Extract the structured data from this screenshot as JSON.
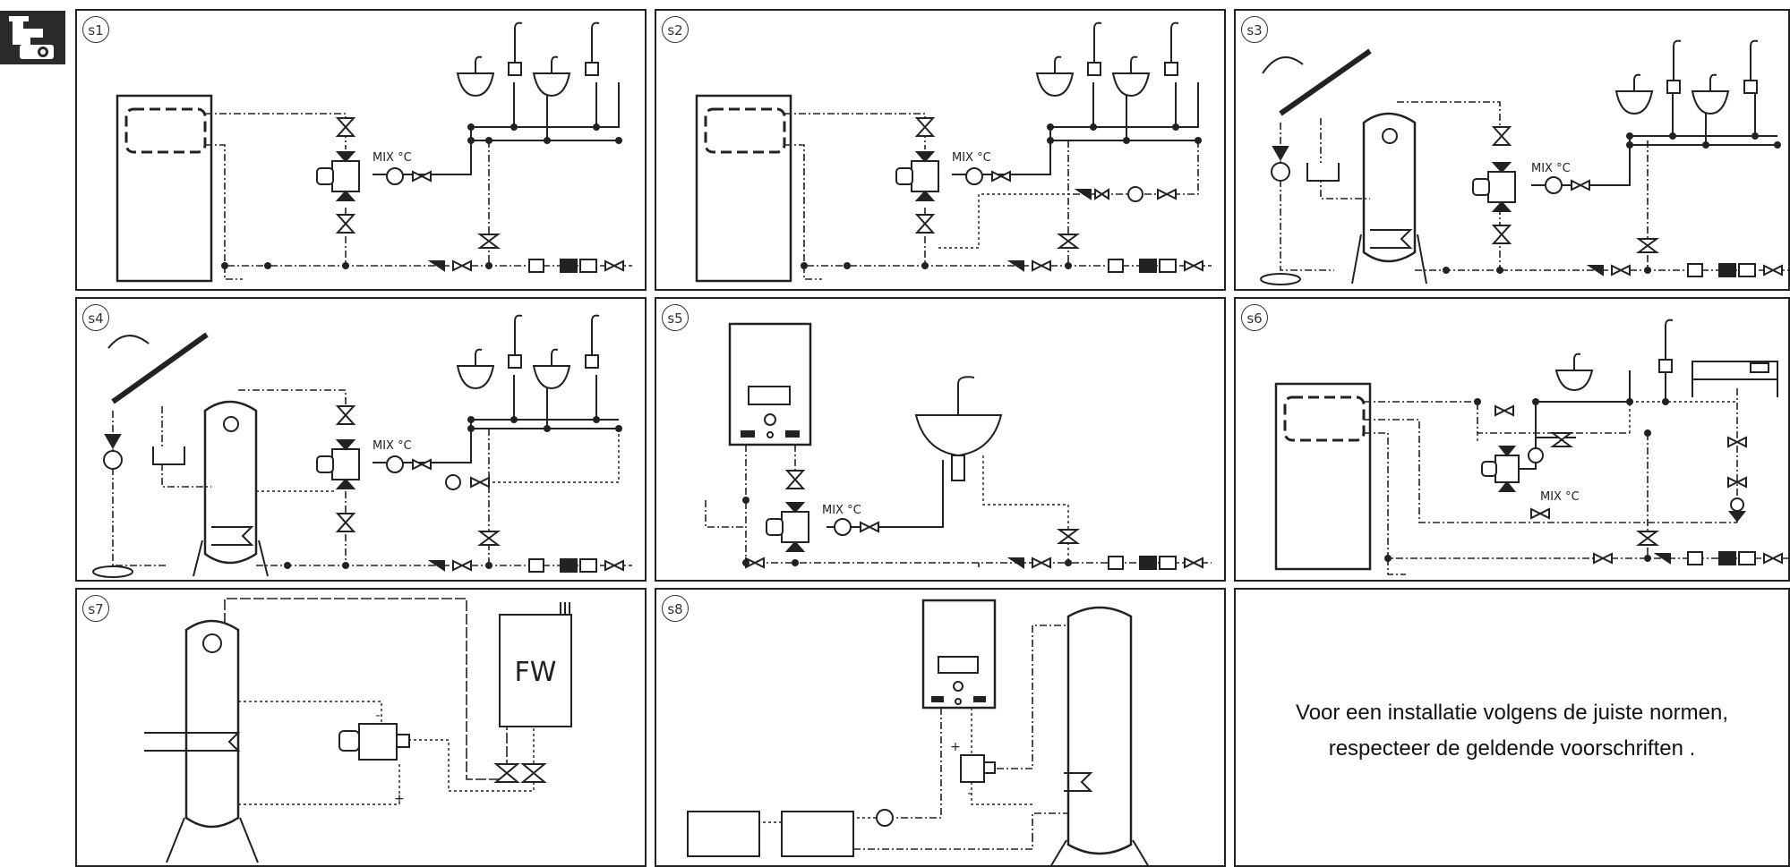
{
  "logo": {
    "icon": "faucet-icon"
  },
  "panels": [
    {
      "id": "s1",
      "label": "s1",
      "mix_label": "MIX °C"
    },
    {
      "id": "s2",
      "label": "s2",
      "mix_label": "MIX °C"
    },
    {
      "id": "s3",
      "label": "s3",
      "mix_label": "MIX °C"
    },
    {
      "id": "s4",
      "label": "s4",
      "mix_label": "MIX °C"
    },
    {
      "id": "s5",
      "label": "s5",
      "mix_label": "MIX °C"
    },
    {
      "id": "s6",
      "label": "s6",
      "mix_label": "MIX °C"
    },
    {
      "id": "s7",
      "label": "s7",
      "fw_label": "FW",
      "plus": "+",
      "minus": "-"
    },
    {
      "id": "s8",
      "label": "s8",
      "plus": "+",
      "minus": "-"
    }
  ],
  "note": {
    "line1": "Voor een installatie volgens de juiste normen,",
    "line2": "respecteer de geldende voorschriften ."
  },
  "colors": {
    "line": "#222222",
    "panel_border": "#222222",
    "logo_bg": "#2a2a2a"
  }
}
